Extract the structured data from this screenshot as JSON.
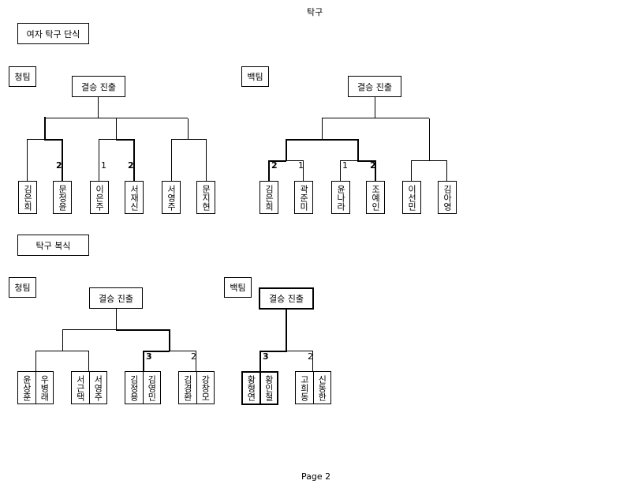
{
  "header": {
    "title": "탁구"
  },
  "singles": {
    "label": "여자 탁구 단식",
    "blue": {
      "team": "청팀",
      "final": "결승 진출",
      "players": [
        "김은희",
        "문정윤",
        "이은주",
        "서재신",
        "서영주",
        "문지현"
      ],
      "scores": [
        "2",
        "1",
        "2"
      ]
    },
    "white": {
      "team": "백팀",
      "final": "결승 진출",
      "players": [
        "김은희",
        "곽준미",
        "윤나라",
        "조예인",
        "이선민",
        "김아영"
      ],
      "scores": [
        "2",
        "1",
        "1",
        "2"
      ]
    }
  },
  "doubles": {
    "label": "탁구 복식",
    "blue": {
      "team": "청팀",
      "final": "결승 진출",
      "pairs": [
        [
          "윤상훈",
          "우병래"
        ],
        [
          "서근택",
          "서영주"
        ],
        [
          "김정용",
          "김영민"
        ],
        [
          "김경환",
          "강창모"
        ]
      ],
      "scores": [
        "3",
        "2"
      ]
    },
    "white": {
      "team": "백팀",
      "final": "결승 진출",
      "pairs": [
        [
          "황형연",
          "황인철"
        ],
        [
          "고희동",
          "신동한"
        ]
      ],
      "scores": [
        "3",
        "2"
      ]
    }
  },
  "footer": {
    "page": "Page 2"
  }
}
